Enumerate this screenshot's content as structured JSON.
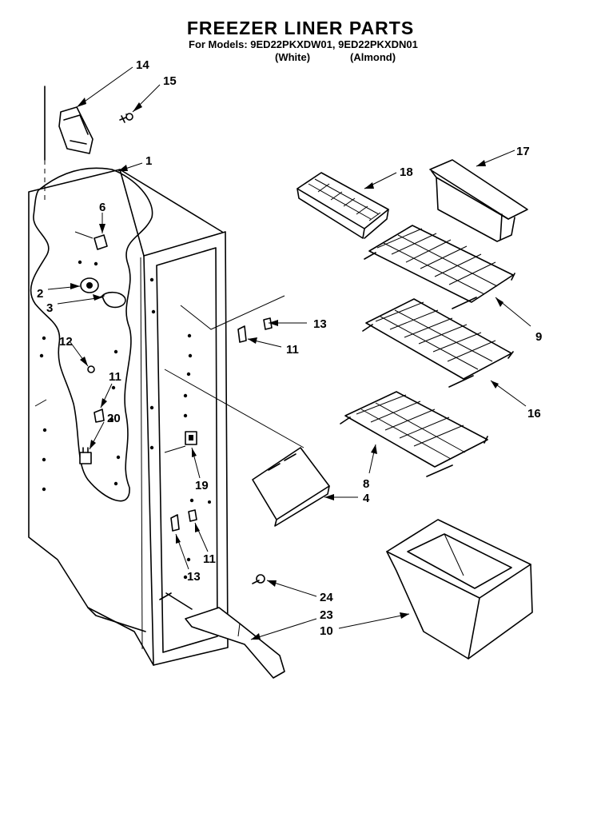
{
  "header": {
    "title": "FREEZER LINER PARTS",
    "models_line": "For Models: 9ED22PKXDW01, 9ED22PKXDN01",
    "color_white": "(White)",
    "color_almond": "(Almond)"
  },
  "callouts": [
    {
      "id": "c14",
      "label": "14"
    },
    {
      "id": "c15",
      "label": "15"
    },
    {
      "id": "c1",
      "label": "1"
    },
    {
      "id": "c6",
      "label": "6"
    },
    {
      "id": "c2",
      "label": "2"
    },
    {
      "id": "c3",
      "label": "3"
    },
    {
      "id": "c12",
      "label": "12"
    },
    {
      "id": "c11a",
      "label": "11"
    },
    {
      "id": "c20",
      "label": "20"
    },
    {
      "id": "c18",
      "label": "18"
    },
    {
      "id": "c17",
      "label": "17"
    },
    {
      "id": "c13a",
      "label": "13"
    },
    {
      "id": "c11b",
      "label": "11"
    },
    {
      "id": "c9",
      "label": "9"
    },
    {
      "id": "c16",
      "label": "16"
    },
    {
      "id": "c8",
      "label": "8"
    },
    {
      "id": "c4",
      "label": "4"
    },
    {
      "id": "c19",
      "label": "19"
    },
    {
      "id": "c11c",
      "label": "11"
    },
    {
      "id": "c13b",
      "label": "13"
    },
    {
      "id": "c24",
      "label": "24"
    },
    {
      "id": "c23",
      "label": "23"
    },
    {
      "id": "c10",
      "label": "10"
    }
  ]
}
